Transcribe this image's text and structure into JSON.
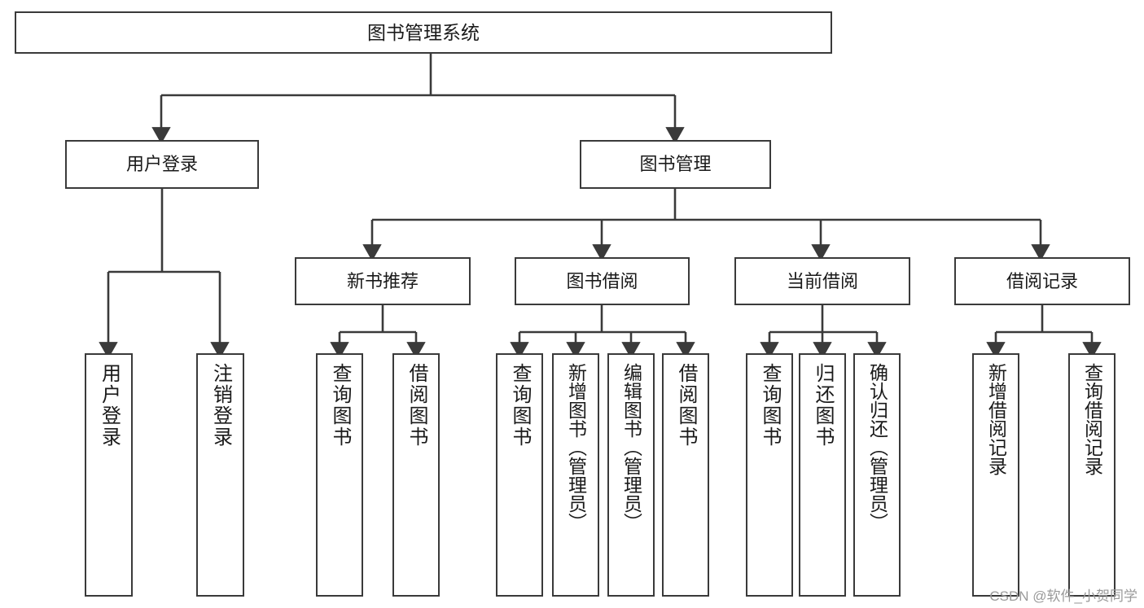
{
  "diagram": {
    "type": "tree-hierarchy",
    "title": "图书管理系统",
    "root": {
      "id": "root",
      "label": "图书管理系统"
    },
    "level2": [
      {
        "id": "user-login",
        "label": "用户登录"
      },
      {
        "id": "book-manage",
        "label": "图书管理"
      }
    ],
    "level3": [
      {
        "id": "new-book-recommend",
        "label": "新书推荐",
        "parent": "book-manage"
      },
      {
        "id": "book-borrow",
        "label": "图书借阅",
        "parent": "book-manage"
      },
      {
        "id": "current-borrow",
        "label": "当前借阅",
        "parent": "book-manage"
      },
      {
        "id": "borrow-record",
        "label": "借阅记录",
        "parent": "book-manage"
      }
    ],
    "leaves": [
      {
        "id": "leaf-user-login",
        "label": "用户登录",
        "parent": "user-login"
      },
      {
        "id": "leaf-logout-login",
        "label": "注销登录",
        "parent": "user-login"
      },
      {
        "id": "leaf-query-book-1",
        "label": "查询图书",
        "parent": "new-book-recommend"
      },
      {
        "id": "leaf-borrow-book-1",
        "label": "借阅图书",
        "parent": "new-book-recommend"
      },
      {
        "id": "leaf-query-book-2",
        "label": "查询图书",
        "parent": "book-borrow"
      },
      {
        "id": "leaf-add-book",
        "label": "新增图书（管理员）",
        "parent": "book-borrow"
      },
      {
        "id": "leaf-edit-book",
        "label": "编辑图书（管理员）",
        "parent": "book-borrow"
      },
      {
        "id": "leaf-borrow-book-2",
        "label": "借阅图书",
        "parent": "book-borrow"
      },
      {
        "id": "leaf-query-book-3",
        "label": "查询图书",
        "parent": "current-borrow"
      },
      {
        "id": "leaf-return-book",
        "label": "归还图书",
        "parent": "current-borrow"
      },
      {
        "id": "leaf-confirm-return",
        "label": "确认归还（管理员）",
        "parent": "current-borrow"
      },
      {
        "id": "leaf-add-record",
        "label": "新增借阅记录",
        "parent": "borrow-record"
      },
      {
        "id": "leaf-query-record",
        "label": "查询借阅记录",
        "parent": "borrow-record"
      }
    ],
    "colors": {
      "box_border": "#3a3a3a",
      "connector": "#3a3a3a",
      "background": "#ffffff",
      "text": "#1a1a1a",
      "watermark": "#9a9a9a"
    }
  },
  "watermark": {
    "text": "CSDN @软件_小贺同学"
  }
}
